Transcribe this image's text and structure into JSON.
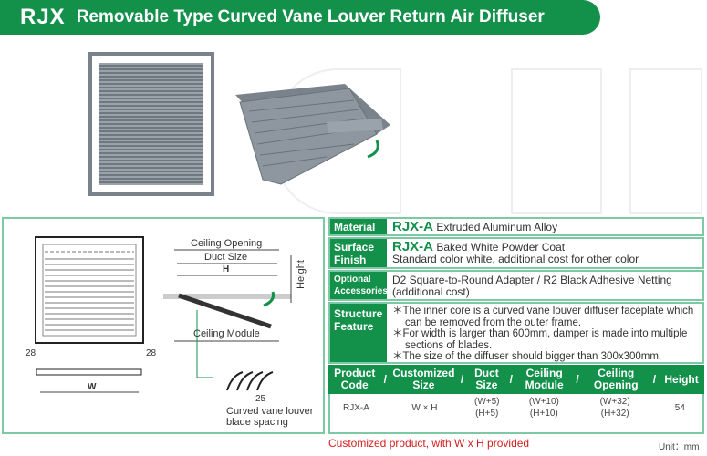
{
  "header": {
    "code": "RJX",
    "title": "Removable Type Curved Vane Louver Return Air Diffuser"
  },
  "diagram": {
    "ceiling_opening": "Ceiling Opening",
    "duct_size": "Duct Size",
    "h": "H",
    "height": "Height",
    "ceiling_module": "Ceiling Module",
    "w": "W",
    "dim_left": "28",
    "dim_right": "28",
    "spacing": "25",
    "blade_caption_1": "Curved vane louver",
    "blade_caption_2": "blade spacing"
  },
  "specs": {
    "material": {
      "label": "Material",
      "code": "RJX-A",
      "text": "Extruded Aluminum Alloy"
    },
    "surface": {
      "label1": "Surface",
      "label2": "Finish",
      "code": "RJX-A",
      "text": "Baked White Powder Coat",
      "text2": "Standard color white, additional cost for other color"
    },
    "optional": {
      "label1": "Optional",
      "label2": "Accessories",
      "text1": "D2 Square-to-Round Adapter / R2 Black Adhesive Netting",
      "text2": "(additional cost)"
    },
    "structure": {
      "label1": "Structure",
      "label2": "Feature",
      "items": [
        "＊The inner core is a curved vane louver diffuser faceplate which",
        "can be removed from the outer frame.",
        "＊For width is larger than 600mm, damper is made into multiple",
        "sections of blades.",
        "＊The size of the diffuser should bigger than 300x300mm."
      ]
    }
  },
  "table": {
    "headers": [
      [
        "Product",
        "Code"
      ],
      [
        "Customized",
        "Size"
      ],
      [
        "Duct",
        "Size"
      ],
      [
        "Ceiling",
        "Module"
      ],
      [
        "Ceiling",
        "Opening"
      ],
      [
        "Height",
        ""
      ]
    ],
    "separator": "/",
    "row": [
      [
        "RJX-A",
        ""
      ],
      [
        "W × H",
        ""
      ],
      [
        "(W+5)",
        "(H+5)"
      ],
      [
        "(W+10)",
        "(H+10)"
      ],
      [
        "(W+32)",
        "(H+32)"
      ],
      [
        "54",
        ""
      ]
    ]
  },
  "footer": {
    "note": "Customized product, with W x H provided",
    "unit": "Unit：mm"
  },
  "colors": {
    "green": "#13904a",
    "red": "#d42020"
  }
}
